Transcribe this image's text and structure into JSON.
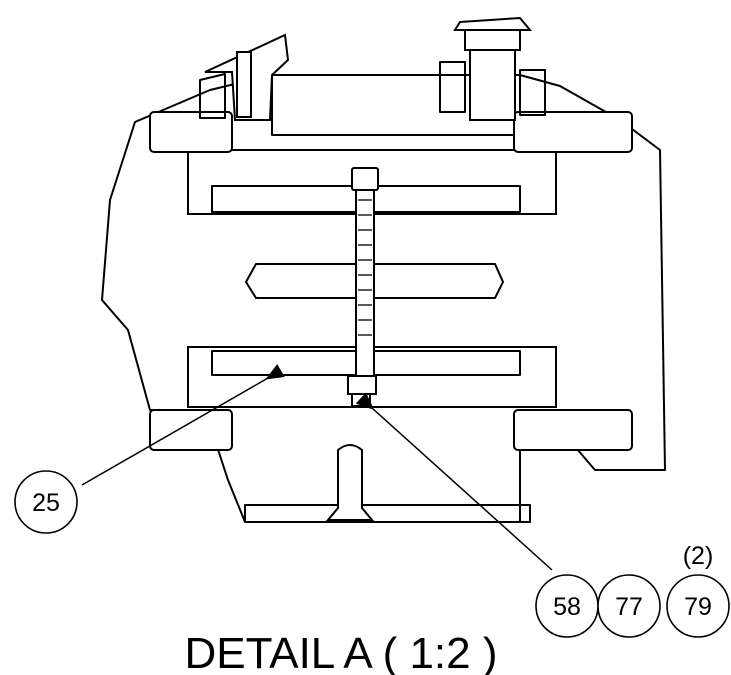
{
  "title": "DETAIL A ( 1:2 )",
  "callouts": [
    {
      "id": "c25",
      "label": "25"
    },
    {
      "id": "c58",
      "label": "58"
    },
    {
      "id": "c77",
      "label": "77"
    },
    {
      "id": "c79",
      "label": "79"
    }
  ],
  "quantity_note": "(2)"
}
